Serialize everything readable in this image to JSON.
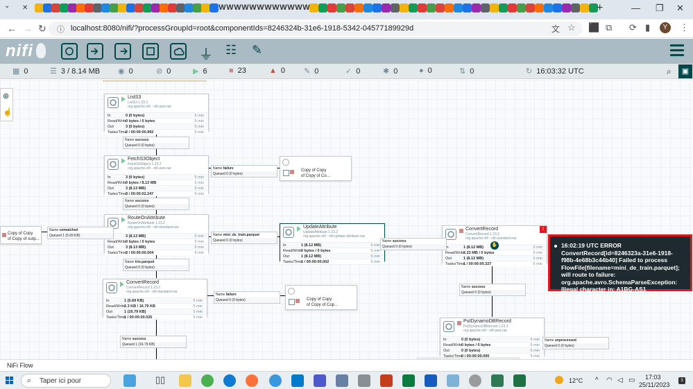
{
  "browser": {
    "url": "localhost:8080/nifi/?processGroupId=root&componentIds=8246324b-31e6-1918-5342-04577189929d",
    "close_tab": "✕",
    "new_tab": "+",
    "profile_initial": "Y",
    "tab_glyphs": [
      "W",
      "W",
      "W",
      "W",
      "W",
      "W",
      "W",
      "W",
      "W",
      "W",
      "W",
      "W"
    ]
  },
  "nifi": {
    "logo": "nifi",
    "status": {
      "threads": "0",
      "queued": "3 / 8.14 MB",
      "transmitting": "0",
      "not_transmitting": "0",
      "running": "6",
      "stopped": "23",
      "invalid": "0",
      "disabled": "0",
      "up_to_date": "0",
      "locally_modified": "0",
      "sync_failure": "0",
      "last_refreshed": "16:03:32 UTC"
    },
    "footer": "NiFi Flow"
  },
  "processors": {
    "lists3": {
      "name": "ListS3",
      "type": "ListS3 1.23.2",
      "bundle": "org.apache.nifi - nifi-aws-nar",
      "in": "0 (0 bytes)",
      "rw": "0 bytes / 0 bytes",
      "out": "3 (0 bytes)",
      "tasks": "2 / 00:00:00.992",
      "time": "5 min"
    },
    "fetchs3": {
      "name": "FetchS3Object",
      "type": "FetchS3Object 1.23.2",
      "bundle": "org.apache.nifi - nifi-aws-nar",
      "in": "3 (0 bytes)",
      "rw": "0 bytes / 8.13 MB",
      "out": "3 (8.13 MB)",
      "tasks": "3 / 00:00:02.247",
      "time": "5 min"
    },
    "route": {
      "name": "RouteOnAttribute",
      "type": "RouteOnAttribute 1.23.2",
      "bundle": "org.apache.nifi - nifi-standard-nar",
      "in": "3 (8.13 MB)",
      "rw": "0 bytes / 0 bytes",
      "out": "3 (8.13 MB)",
      "tasks": "3 / 00:00:00.004",
      "time": "5 min"
    },
    "update": {
      "name": "UpdateAttribute",
      "type": "UpdateAttribute 1.23.2",
      "bundle": "org.apache.nifi - nifi-update-attribute-nar",
      "in": "1 (8.12 MB)",
      "rw": "0 bytes / 0 bytes",
      "out": "1 (8.12 MB)",
      "tasks": "1 / 00:00:00.002",
      "time": "5 min"
    },
    "convert1": {
      "name": "ConvertRecord",
      "type": "ConvertRecord 1.23.2",
      "bundle": "org.apache.nifi - nifi-standard-nar",
      "in": "1 (8.12 MB)",
      "rw": "3.23 MB / 0 bytes",
      "out": "1 (8.12 MB)",
      "tasks": "1 / 00:00:00.327",
      "time": "5 min"
    },
    "convert2": {
      "name": "ConvertRecord",
      "type": "ConvertRecord 1.23.2",
      "bundle": "org.apache.nifi - nifi-standard-nar",
      "in": "1 (5.69 KB)",
      "rw": "2.3 KB / 16.79 KB",
      "out": "1 (16.79 KB)",
      "tasks": "1 / 00:00:00.025",
      "time": "5 min"
    },
    "putdynamo": {
      "name": "PutDynamoDBRecord",
      "type": "PutDynamoDBRecord 1.23.2",
      "bundle": "org.apache.nifi - nifi-aws-nar",
      "in": "0 (0 bytes)",
      "rw": "0 bytes / 0 bytes",
      "out": "0 (0 bytes)",
      "tasks": "0 / 00:00:00.000",
      "time": "5 min"
    }
  },
  "row_labels": {
    "in": "In",
    "rw": "Read/Write",
    "out": "Out",
    "tasks": "Tasks/Time"
  },
  "connections": {
    "c1": {
      "name": "success",
      "queued": "0 (0 bytes)"
    },
    "c2": {
      "name": "failure",
      "queued": "0 (0 bytes)"
    },
    "c3": {
      "name": "success",
      "queued": "0 (0 bytes)"
    },
    "c4": {
      "name": "unmatched",
      "queued": "1 (5.69 KB)"
    },
    "c5": {
      "name": "mini_de_train.parquet",
      "queued": "0 (0 bytes)"
    },
    "c6": {
      "name": "success",
      "queued": "0 (0 bytes)"
    },
    "c7": {
      "name": "trio.parquet",
      "queued": "0 (0 bytes)"
    },
    "c8": {
      "name": "failure",
      "queued": "0 (0 bytes)"
    },
    "c9": {
      "name": "success",
      "queued": "0 (0 bytes)"
    },
    "c10": {
      "name": "success",
      "queued": "1 (16.79 KB)"
    },
    "c11": {
      "name": "unprocessed",
      "queued": "0 (0 bytes)"
    }
  },
  "conn_labels": {
    "name": "Name",
    "queued": "Queued"
  },
  "funnels": {
    "f1": {
      "line1": "Copy of Copy",
      "line2": "of Copy of Co..."
    },
    "f2": {
      "line1": "Copy of Copy",
      "line2": "of Copy of outp..."
    },
    "f3": {
      "line1": "Copy of Copy",
      "line2": "of Copy of Cop..."
    }
  },
  "error": {
    "text": "16:02:19 UTC ERROR ConvertRecord[id=8246323a-31e6-1918-f98b-4e68b3c44b40] Failed to process FlowFile[filename=mini_de_train.parquet]; will route to failure: org.apache.avro.SchemaParseException: Illegal character in: A1BG-AS1"
  },
  "taskbar": {
    "search_placeholder": "Taper ici pour",
    "weather": "12°C",
    "time": "17:03",
    "date": "25/11/2023"
  },
  "colors": {
    "error_border": "#e3171f",
    "nifi_header": "#aabbc3",
    "running": "#7dc7a0",
    "stopped": "#d18686"
  }
}
